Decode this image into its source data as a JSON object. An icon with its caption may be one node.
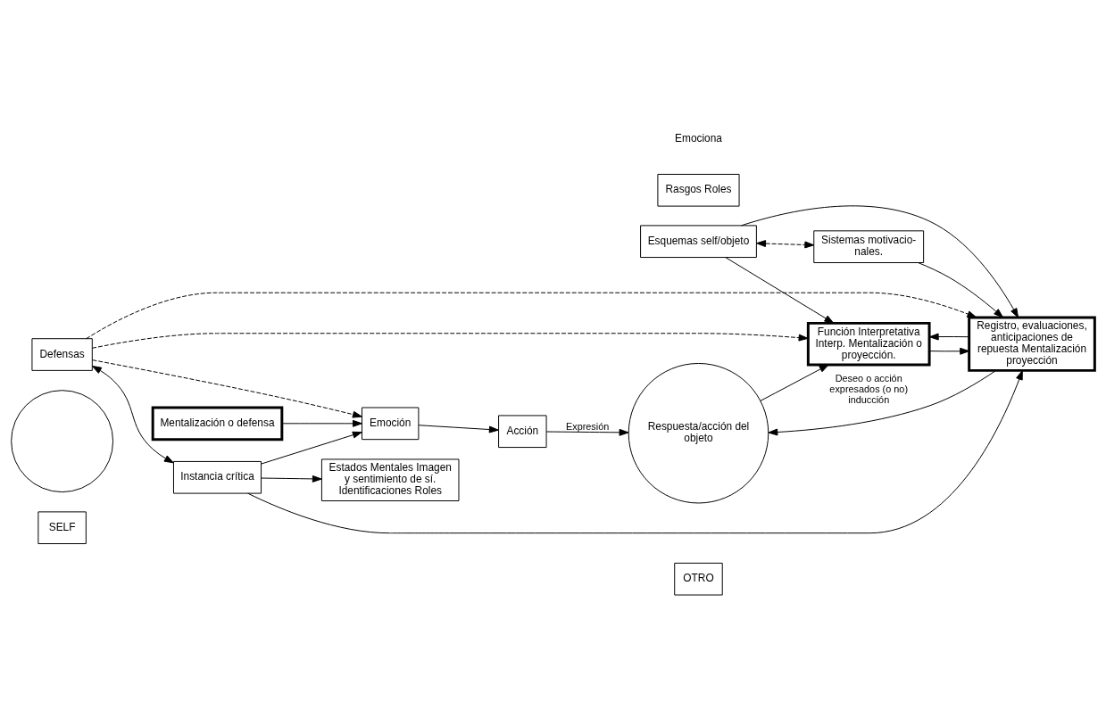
{
  "diagram": {
    "nodes": [
      {
        "text": [
          "SELF"
        ]
      },
      {
        "text": [
          "OTRO"
        ]
      },
      {
        "text": [],
        "shape": "circle"
      },
      {
        "text": [
          "Respuesta/acción del objeto"
        ]
      },
      {
        "text": [
          "Esquemas self/objeto"
        ]
      },
      {
        "text": [
          "Sistemas motivacio- nales."
        ]
      },
      {
        "text": [
          "Registro, evaluaciones, anticipaciones de repuesta Mentalización proyección"
        ]
      },
      {
        "text": [
          "Función Interpretativa Interp. Mentalización o proyección."
        ]
      },
      {
        "text": [
          "Defensas"
        ]
      },
      {
        "text": [
          "Emoción"
        ]
      },
      {
        "text": [
          "Acción"
        ]
      },
      {
        "text": [
          "Mentalización o defensa"
        ]
      },
      {
        "text": [
          "Instancia crítica"
        ]
      },
      {
        "text": [
          "Estados Mentales Imagen y sentimiento de sí. Identificaciones Roles"
        ]
      },
      {
        "text": [
          "Rasgos Roles"
        ]
      }
    ],
    "edges": [
      {
        "from": 4,
        "to": 5,
        "arrow": "both",
        "style": "dashed"
      },
      {
        "from": 4,
        "to": 6,
        "arrow": "to"
      },
      {
        "from": 4,
        "to": 7,
        "arrow": "to"
      },
      {
        "from": 5,
        "to": 6,
        "arrow": "to"
      },
      {
        "from": 12,
        "to": 6,
        "arrow": "to"
      },
      {
        "from": 8,
        "to": 6,
        "arrow": "to",
        "style": "dashed"
      },
      {
        "from": 8,
        "to": 7,
        "arrow": "to",
        "style": "dashed"
      },
      {
        "from": 7,
        "to": 6,
        "arrow": "to"
      },
      {
        "from": 6,
        "to": 7,
        "arrow": "to"
      },
      {
        "from": 6,
        "to": 3,
        "arrow": "to",
        "label": "Deseo o acción expresados (o no) inducción"
      },
      {
        "from": 3,
        "to": 7,
        "arrow": "to"
      },
      {
        "from": 8,
        "to": 9,
        "arrow": "to",
        "style": "dashed"
      },
      {
        "from": 9,
        "to": 10,
        "arrow": "to"
      },
      {
        "from": 10,
        "to": 3,
        "arrow": "to",
        "label": "Expresión"
      },
      {
        "from": 11,
        "to": 9,
        "arrow": "to"
      },
      {
        "from": 12,
        "to": 9,
        "arrow": "to"
      },
      {
        "from": 8,
        "to": 12,
        "arrow": "both"
      },
      {
        "from": 12,
        "to": 13,
        "arrow": "to"
      }
    ],
    "labels": [
      "Emociona"
    ]
  }
}
